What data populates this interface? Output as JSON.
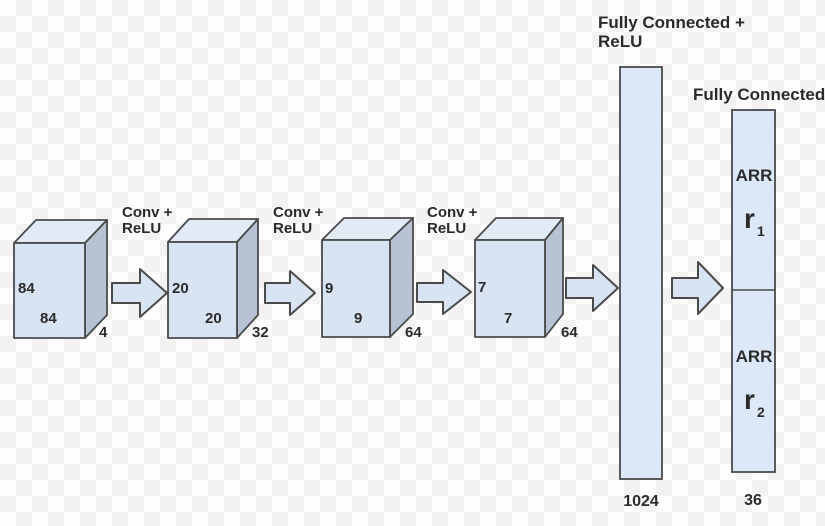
{
  "diagram": {
    "palette": {
      "block_front": "#d9e4f2",
      "block_top": "#e2eaf6",
      "block_side": "#b7c3d2",
      "arrow_fill": "#d9e4f2",
      "fc_fill": "#dce8f7",
      "outline": "#4a4a4a",
      "text": "#2b2b2b",
      "checker_light": "#fdfdfd",
      "checker_dark": "#f2f2f2"
    },
    "conv_blocks": [
      {
        "height_label": "84",
        "width_label": "84",
        "depth_label": "4"
      },
      {
        "height_label": "20",
        "width_label": "20",
        "depth_label": "32"
      },
      {
        "height_label": "9",
        "width_label": "9",
        "depth_label": "64"
      },
      {
        "height_label": "7",
        "width_label": "7",
        "depth_label": "64"
      }
    ],
    "conv_arrows": [
      {
        "line1": "Conv +",
        "line2": "ReLU"
      },
      {
        "line1": "Conv +",
        "line2": "ReLU"
      },
      {
        "line1": "Conv +",
        "line2": "ReLU"
      }
    ],
    "fc1": {
      "title_line1": "Fully Connected +",
      "title_line2": "ReLU",
      "units": "1024"
    },
    "fc2": {
      "title": "Fully Connected",
      "units": "36",
      "sections": [
        {
          "label": "ARR",
          "variable": "r",
          "subscript": "1"
        },
        {
          "label": "ARR",
          "variable": "r",
          "subscript": "2"
        }
      ]
    }
  }
}
